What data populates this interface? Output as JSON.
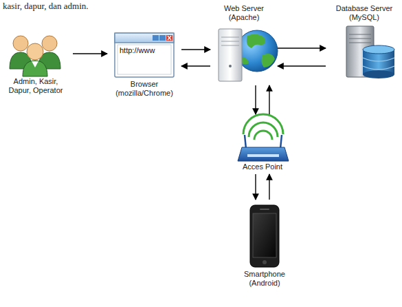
{
  "diagram": {
    "nodes": [
      {
        "text": [
          "Admin, Kasir, Dapur, Operator"
        ]
      },
      {
        "text": [
          "http://www",
          "Browser (mozilla/Chrome)"
        ]
      },
      {
        "text": [
          "Web Server (Apache)"
        ]
      },
      {
        "text": [
          "Database Server (MySQL)"
        ]
      },
      {
        "text": [
          "Acces Point"
        ]
      },
      {
        "text": [
          "Smartphone (Android)"
        ]
      }
    ],
    "edges": [
      {
        "from": 0,
        "to": 1,
        "arrow": "to"
      },
      {
        "from": 1,
        "to": 2,
        "arrow": "to"
      },
      {
        "from": 2,
        "to": 1,
        "arrow": "to"
      },
      {
        "from": 2,
        "to": 3,
        "arrow": "to"
      },
      {
        "from": 3,
        "to": 2,
        "arrow": "to"
      },
      {
        "from": 2,
        "to": 4,
        "arrow": "to"
      },
      {
        "from": 4,
        "to": 2,
        "arrow": "to"
      },
      {
        "from": 4,
        "to": 5,
        "arrow": "to"
      },
      {
        "from": 5,
        "to": 4,
        "arrow": "to"
      }
    ],
    "labels": [
      "kasir, dapur, dan admin."
    ]
  }
}
